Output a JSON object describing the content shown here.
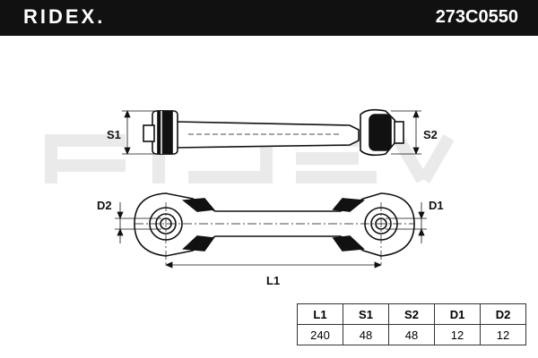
{
  "header": {
    "brand": "RIDEX.",
    "part_number": "273C0550"
  },
  "dimensions": {
    "s1": "S1",
    "s2": "S2",
    "d1": "D1",
    "d2": "D2",
    "l1": "L1"
  },
  "spec_table": {
    "headers": [
      "L1",
      "S1",
      "S2",
      "D1",
      "D2"
    ],
    "values": [
      "240",
      "48",
      "48",
      "12",
      "12"
    ]
  }
}
